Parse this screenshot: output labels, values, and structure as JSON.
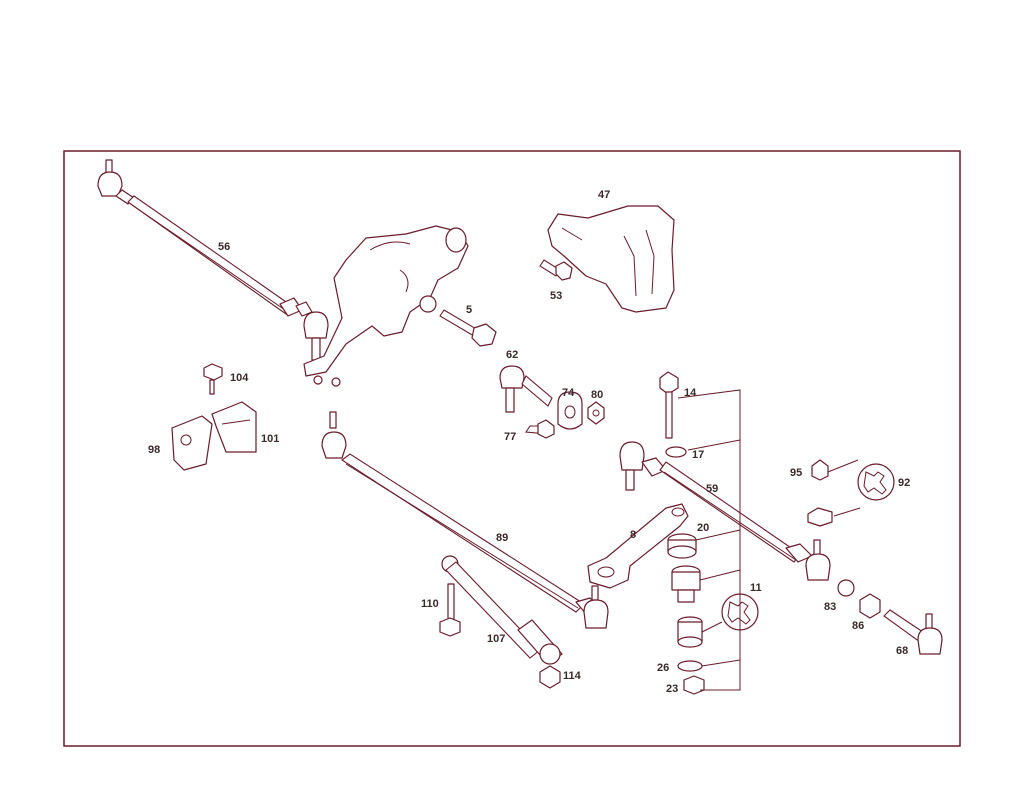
{
  "diagram": {
    "frame_color": "#6b1c2a",
    "line_color": "#6b1c2a",
    "label_color": "#3a2a2a",
    "callouts": {
      "p56": "56",
      "p47": "47",
      "p53": "53",
      "p5": "5",
      "p62": "62",
      "p74": "74",
      "p80": "80",
      "p77": "77",
      "p104": "104",
      "p101": "101",
      "p98": "98",
      "p14": "14",
      "p17": "17",
      "p59": "59",
      "p95": "95",
      "p92": "92",
      "p89": "89",
      "p8": "8",
      "p20": "20",
      "p11": "11",
      "p110": "110",
      "p107": "107",
      "p114": "114",
      "p83": "83",
      "p86": "86",
      "p68": "68",
      "p26": "26",
      "p23": "23"
    },
    "icons": [
      "wrench-icon",
      "wrench-icon"
    ]
  }
}
